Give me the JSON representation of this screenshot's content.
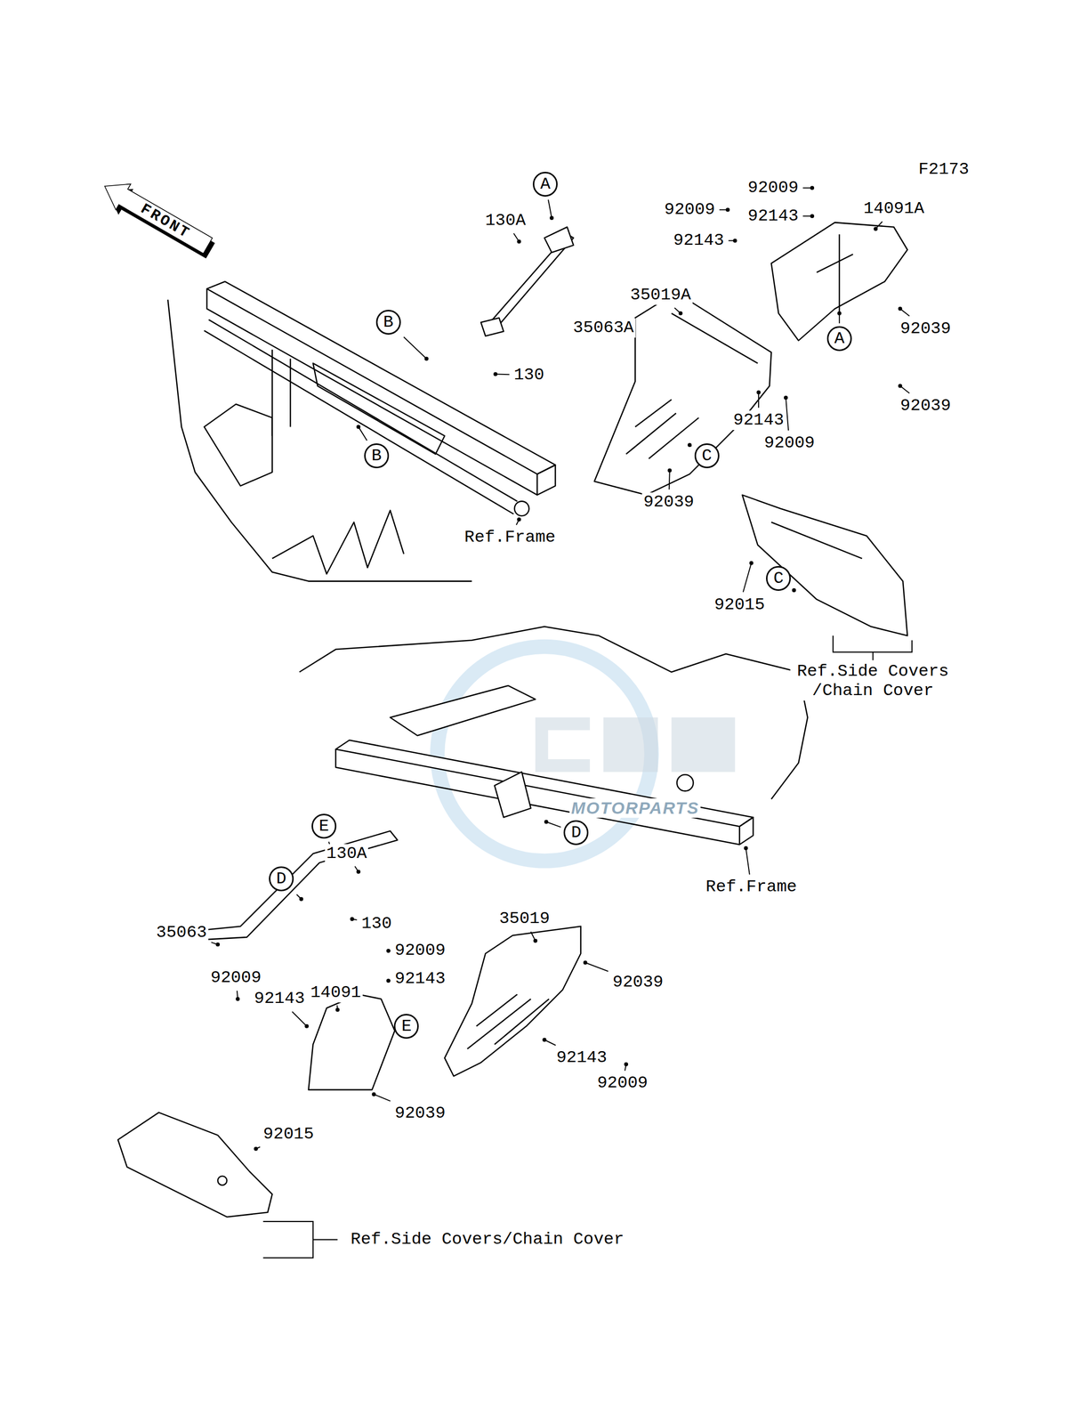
{
  "diagram": {
    "nodes": [
      {
        "text": [
          "FRONT"
        ]
      },
      {
        "text": [
          "A"
        ]
      },
      {
        "text": [
          "B"
        ]
      },
      {
        "text": [
          "A"
        ]
      },
      {
        "text": [
          "C"
        ]
      },
      {
        "text": [
          "B"
        ]
      },
      {
        "text": [
          "C"
        ]
      },
      {
        "text": [
          "E"
        ]
      },
      {
        "text": [
          "D"
        ]
      },
      {
        "text": [
          "D"
        ]
      },
      {
        "text": [
          "E"
        ]
      }
    ],
    "labels": [
      "F2173",
      "130A",
      "35063A",
      "130",
      "35019A",
      "92009",
      "92143",
      "14091A",
      "92009",
      "92143",
      "92039",
      "92039",
      "92143",
      "92009",
      "92039",
      "92015",
      "Ref.Frame",
      "Ref.Side Covers /Chain Cover",
      "MOTORPARTS",
      "130A",
      "Ref.Frame",
      "35019",
      "130",
      "35063",
      "92009",
      "92143",
      "92039",
      "92009",
      "14091",
      "92143",
      "92143",
      "92009",
      "92039",
      "92015",
      "Ref.Side Covers/Chain Cover"
    ]
  }
}
